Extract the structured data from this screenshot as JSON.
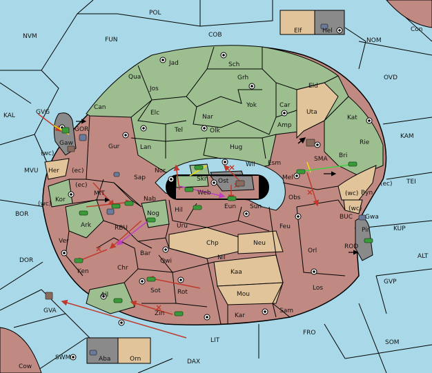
{
  "colors": {
    "sea": "#a9d9e8",
    "green": "#9dbf8f",
    "red": "#c08a82",
    "tan": "#e2c49a",
    "grey": "#8a8a8a",
    "black": "#000000",
    "move_red": "#c0392b",
    "move_magenta": "#c040c0",
    "move_yellow": "#f0e000",
    "move_green": "#40d040"
  },
  "labels": {
    "POL": "POL",
    "COB": "COB",
    "FUN": "FUN",
    "NVM": "NVM",
    "NOM": "NOM",
    "Con": "Con",
    "Elf": "Elf",
    "Hel": "Hel",
    "OVD": "OVD",
    "KAM": "KAM",
    "KAL": "KAL",
    "TEI": "TEI",
    "MVU": "MVU",
    "BOR": "BOR",
    "DOR": "DOR",
    "KUP": "KUP",
    "ALT": "ALT",
    "GVP": "GVP",
    "BUC": "BUC",
    "ROD": "ROD",
    "GVA": "GVA",
    "SWM": "SWM",
    "Cow": "Cow",
    "LIT": "LIT",
    "DAX": "DAX",
    "FRO": "FRO",
    "SOM": "SOM",
    "Aba": "Aba",
    "Orn": "Orn",
    "Jad": "Jad",
    "Sch": "Sch",
    "Qua": "Qua",
    "Jos": "Jos",
    "Grh": "Grh",
    "Eld": "Eld",
    "Can": "Can",
    "Elc": "Elc",
    "Nar": "Nar",
    "Yok": "Yok",
    "Car": "Car",
    "Uta": "Uta",
    "Kat": "Kat",
    "Tel": "Tel",
    "Olk": "Olk",
    "Amp": "Amp",
    "Rie": "Rie",
    "Gur": "Gur",
    "Lan": "Lan",
    "Hug": "Hug",
    "Bri": "Bri",
    "GVG": "GVG",
    "GOR": "GOR",
    "Gaw": "Gaw",
    "wc": "(wc)",
    "ec": "(ec)",
    "SMA": "SMA",
    "Wil": "Wil",
    "Esm": "Esm",
    "Nor": "Nor",
    "Skr": "Skr",
    "Ost": "Ost",
    "Her": "Her",
    "Sap": "Sap",
    "Mel": "Mel",
    "Byn": "Byn",
    "Web": "Web",
    "MIT": "MIT",
    "Kor": "Kor",
    "Nab": "Nab",
    "Obs": "Obs",
    "Gwa": "Gwa",
    "Eun": "Eun",
    "Sun": "Sun",
    "Hil": "Hil",
    "Nog": "Nog",
    "Ark": "Ark",
    "RBU": "RBU",
    "Uru": "Uru",
    "Feu": "Feu",
    "Pir": "Pir",
    "Ver": "Ver",
    "Chp": "Chp",
    "Neu": "Neu",
    "Orl": "Orl",
    "Bar": "Bar",
    "Nil": "Nil",
    "Qwi": "Qwi",
    "Ken": "Ken",
    "Chr": "Chr",
    "Kaa": "Kaa",
    "Los": "Los",
    "Sot": "Sot",
    "Rot": "Rot",
    "Mou": "Mou",
    "Ail": "Ail",
    "Zin": "Zin",
    "Kar": "Kar",
    "Sam": "Sam"
  }
}
